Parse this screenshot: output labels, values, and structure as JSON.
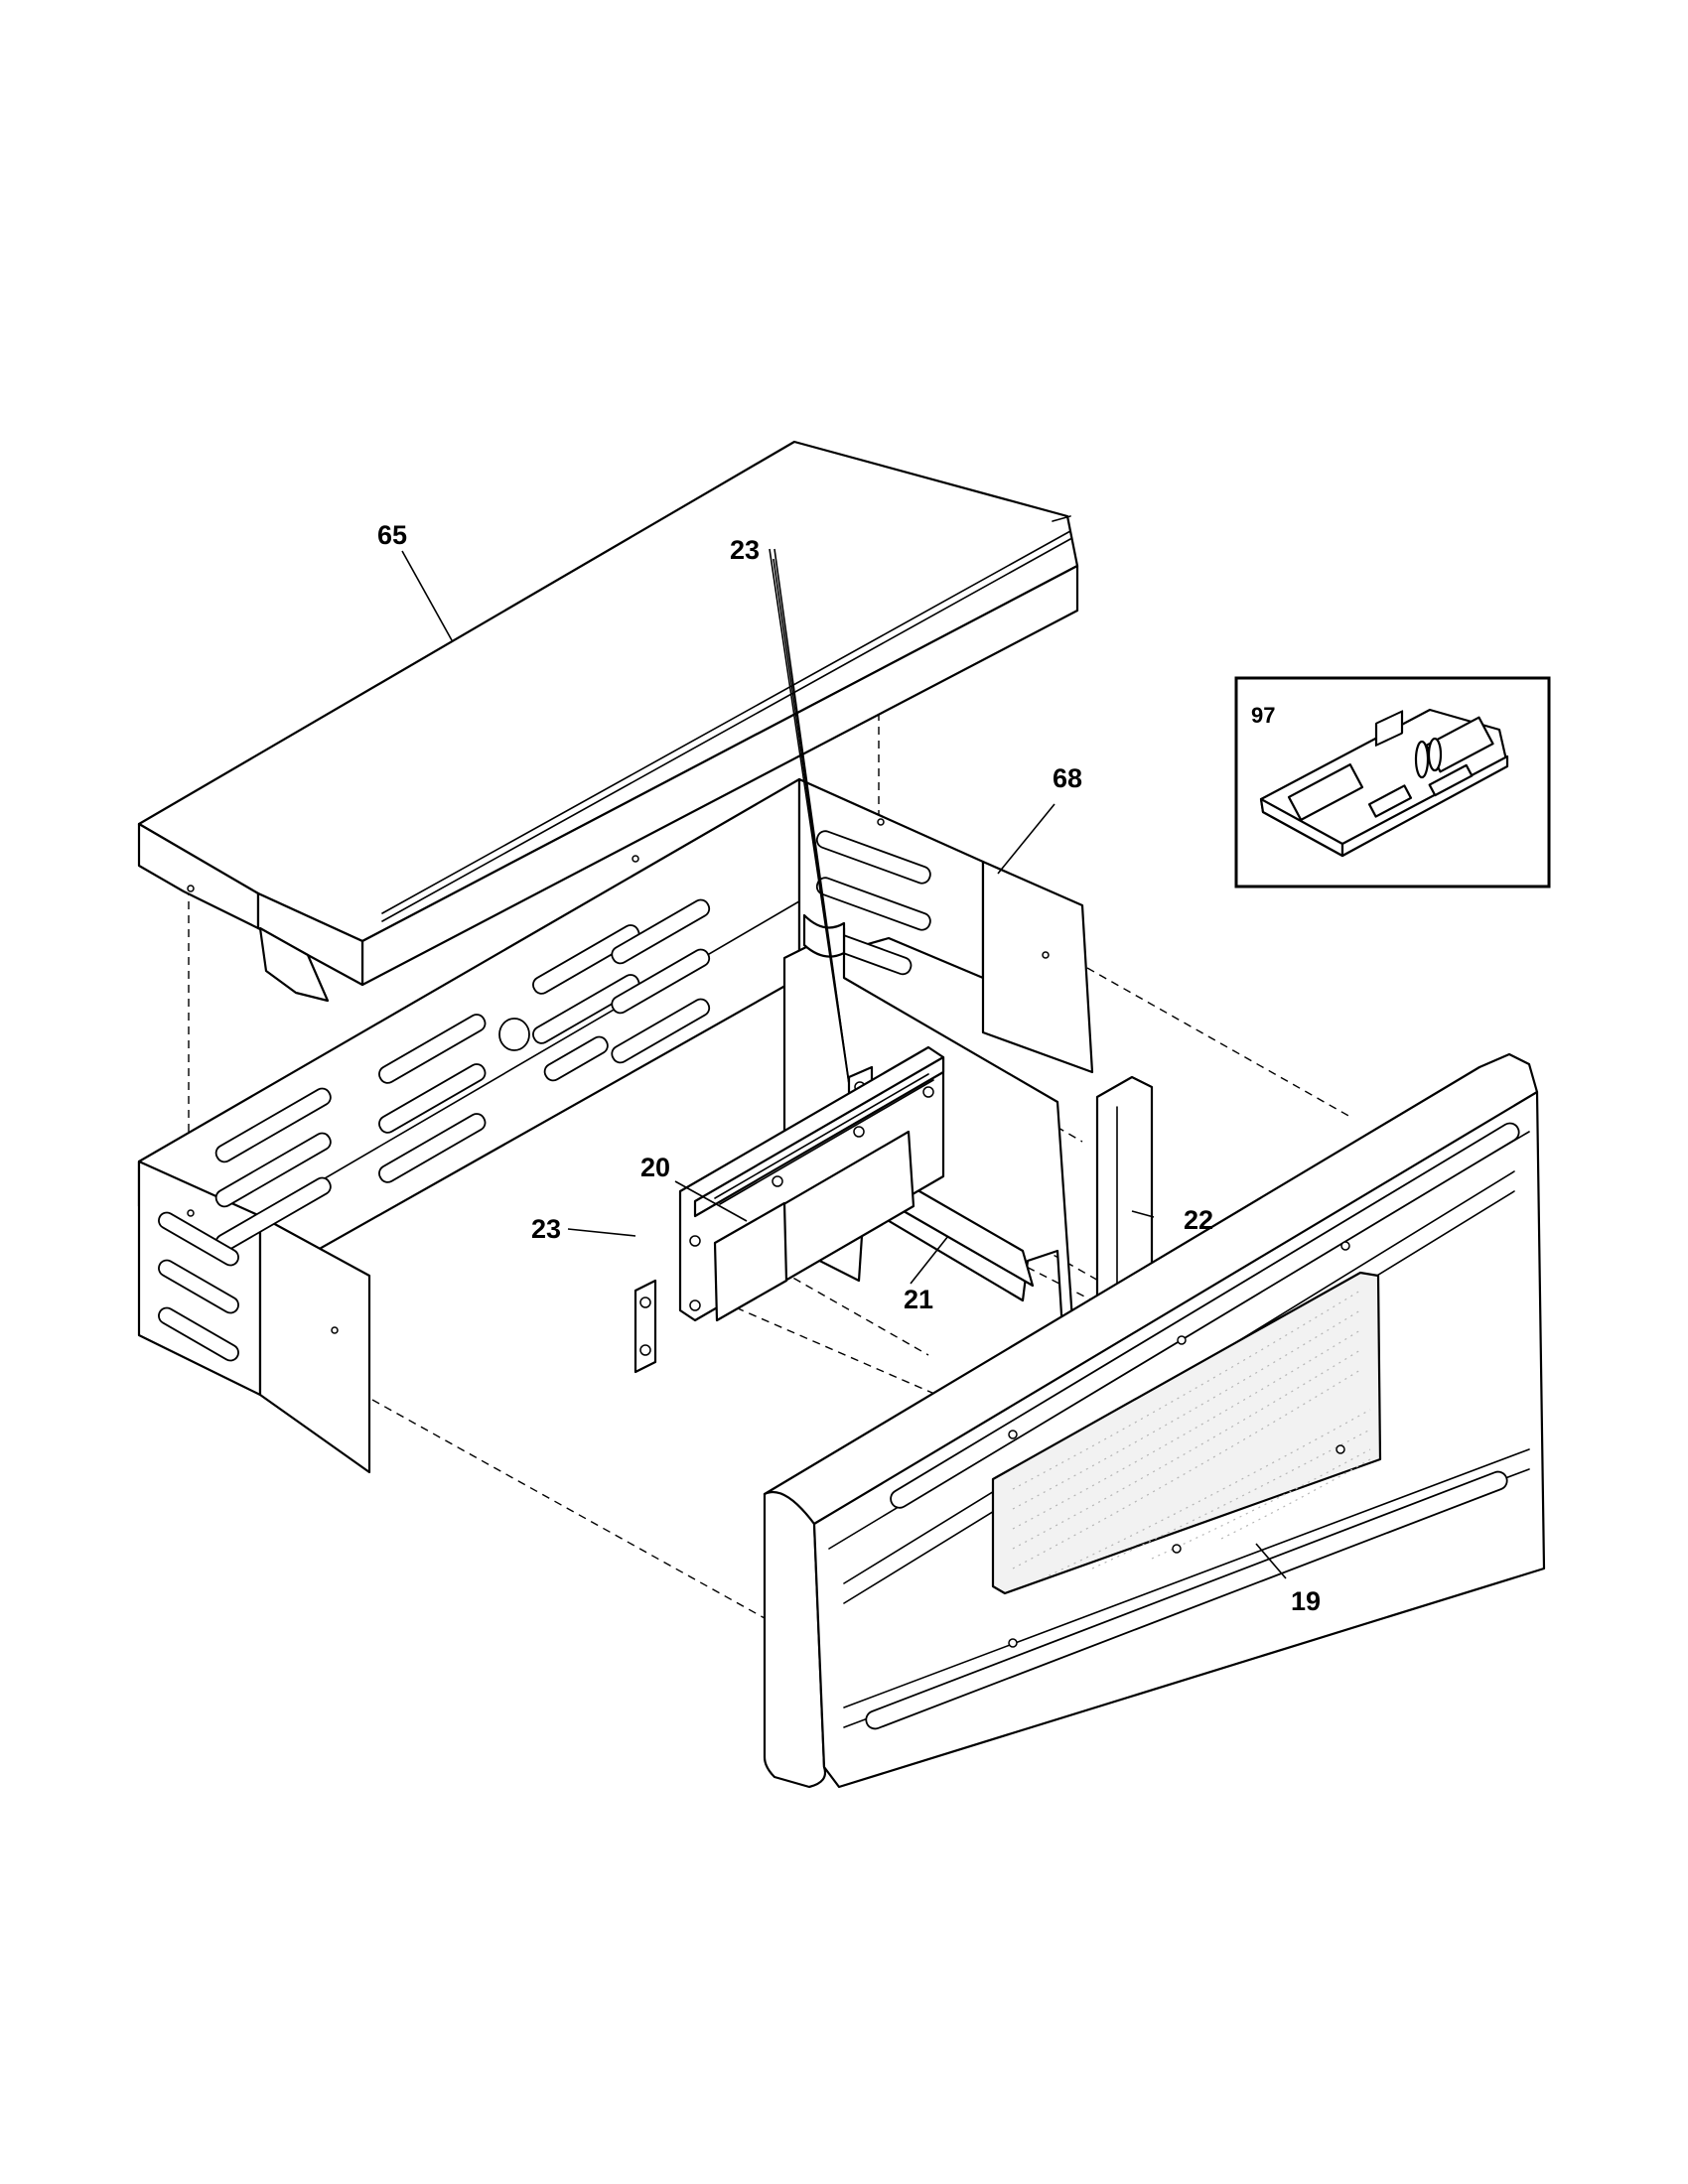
{
  "callouts": {
    "p65": "65",
    "p68": "68",
    "p97": "97",
    "p23_upper": "23",
    "p20": "20",
    "p22": "22",
    "p23_lower": "23",
    "p21": "21",
    "p19": "19"
  }
}
